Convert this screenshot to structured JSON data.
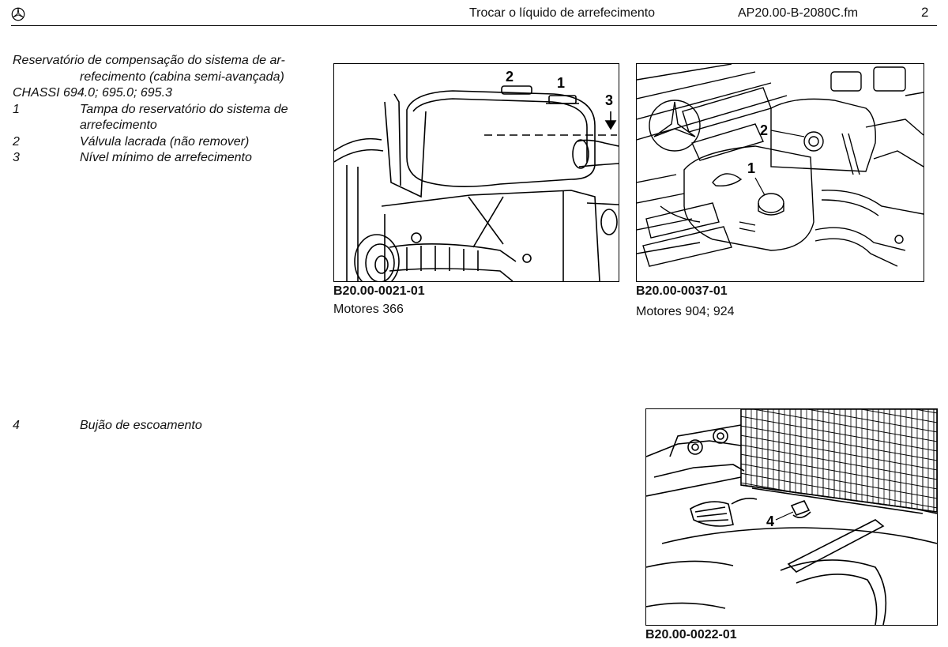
{
  "header": {
    "title": "Trocar o líquido de arrefecimento",
    "doc_code": "AP20.00-B-2080C.fm",
    "page_number": "2",
    "logo_icon": "mercedes-star-icon"
  },
  "legend": {
    "heading_line1": "Reservatório de compensação do sistema de ar-",
    "heading_line2": "refecimento (cabina semi-avançada)",
    "chassis": "CHASSI 694.0; 695.0; 695.3",
    "items": [
      {
        "num": "1",
        "line1": "Tampa do reservatório do sistema de",
        "line2": "arrefecimento"
      },
      {
        "num": "2",
        "line1": "Válvula lacrada (não remover)",
        "line2": ""
      },
      {
        "num": "3",
        "line1": "Nível mínimo de arrefecimento",
        "line2": ""
      }
    ]
  },
  "legend_drain": {
    "num": "4",
    "text": "Bujão de escoamento"
  },
  "figures": [
    {
      "id": "B20.00-0021-01",
      "subtitle": "Motores 366",
      "callouts": [
        "2",
        "1",
        "3"
      ]
    },
    {
      "id": "B20.00-0037-01",
      "subtitle": "Motores 904; 924",
      "callouts": [
        "2",
        "1"
      ]
    },
    {
      "id": "B20.00-0022-01",
      "subtitle": "",
      "callouts": [
        "4"
      ]
    }
  ]
}
